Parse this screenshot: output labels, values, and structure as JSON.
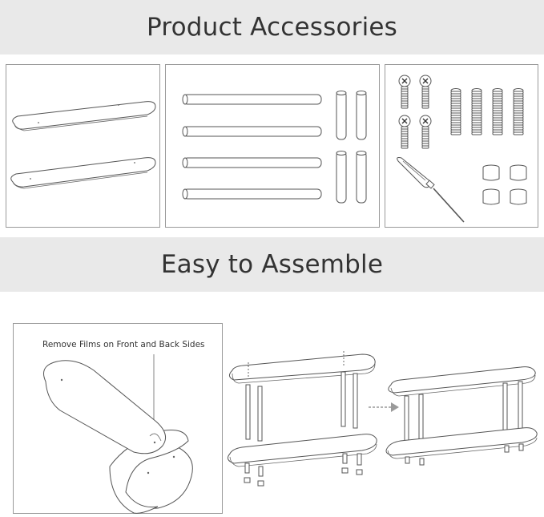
{
  "sections": {
    "accessories_title": "Product Accessories",
    "assemble_title": "Easy to Assemble"
  },
  "assembly": {
    "film_note": "Remove Films on Front and Back Sides"
  },
  "colors": {
    "banner_bg": "#e9e9e9",
    "banner_text": "#333333",
    "line": "#555555",
    "arrow": "#9a9a9a"
  },
  "icons": {
    "screwdriver": "screwdriver-icon",
    "arrow": "dashed-arrow-icon"
  }
}
